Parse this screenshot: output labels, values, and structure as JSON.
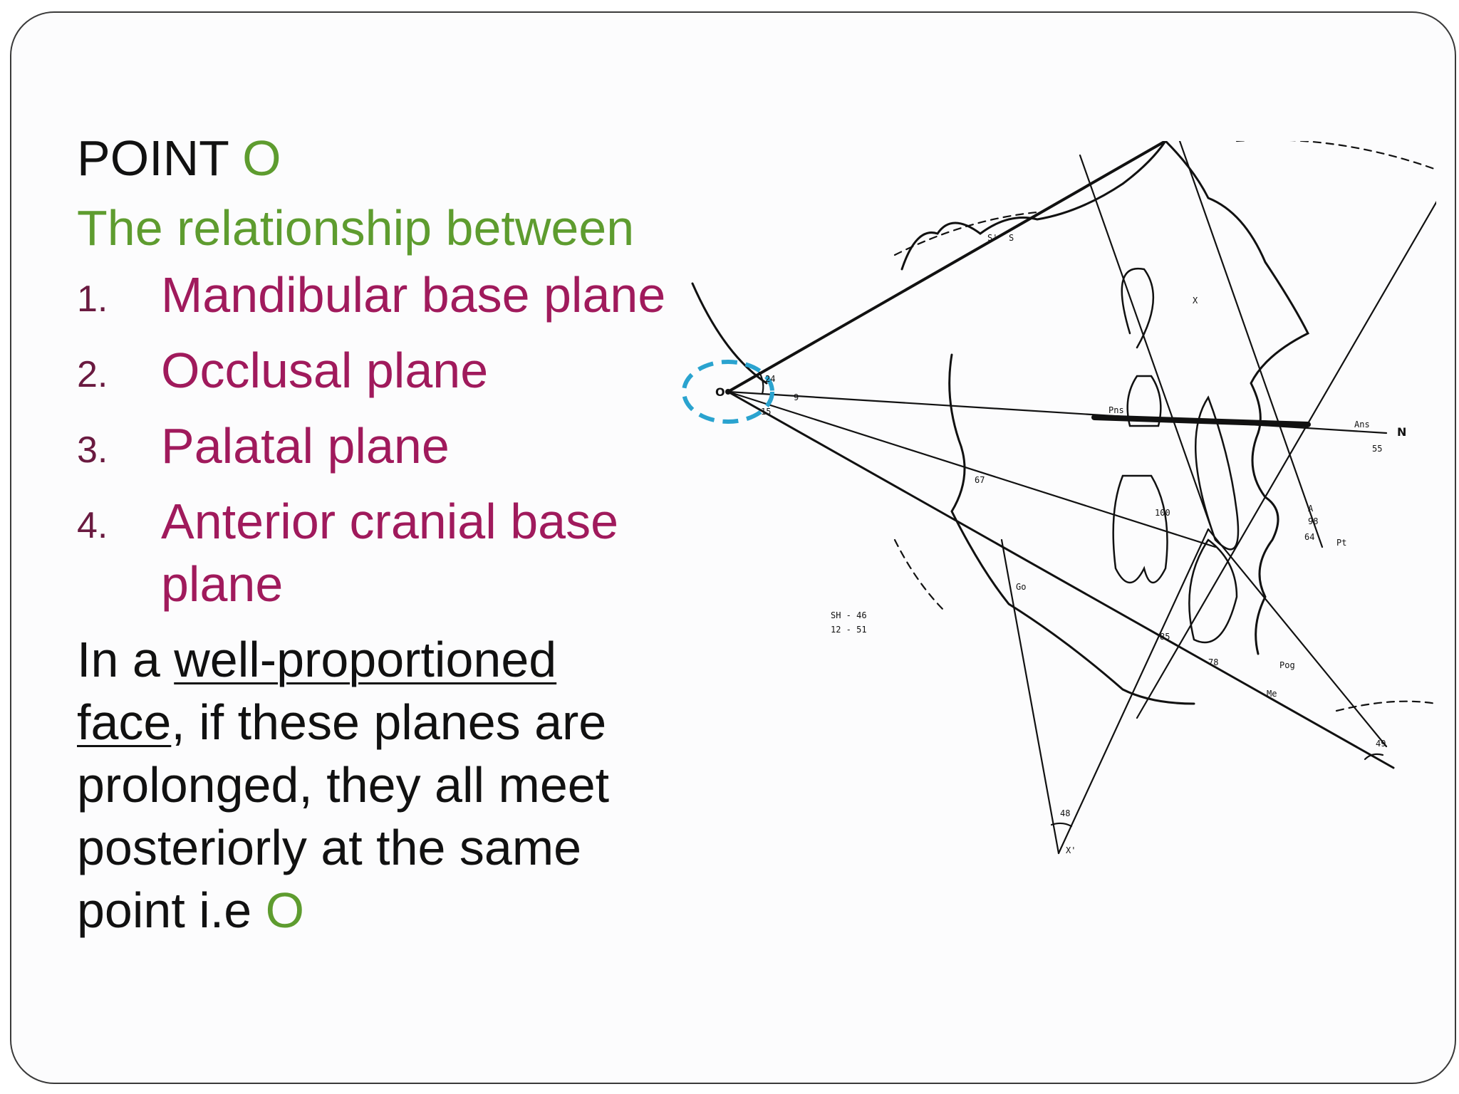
{
  "title": {
    "prefix": "POINT",
    "point": "O"
  },
  "intro": "The relationship between",
  "planes": [
    {
      "num": "1.",
      "label": "Mandibular base plane"
    },
    {
      "num": "2.",
      "label": "Occlusal plane"
    },
    {
      "num": "3.",
      "label": "Palatal plane"
    },
    {
      "num": "4.",
      "label": "Anterior cranial base plane"
    }
  ],
  "conclusion": {
    "before": "In a",
    "underlined": "well-proportioned face",
    "after": ", if these planes are prolonged, they all meet posteriorly at the same point i.e",
    "point": "O"
  },
  "diagram": {
    "point_labels": [
      "O",
      "N",
      "S",
      "S'",
      "X",
      "X'",
      "Pt",
      "Go",
      "Me",
      "A",
      "Ans",
      "Pns",
      "Pog"
    ],
    "angle_labels": [
      "24",
      "9",
      "15",
      "67",
      "55",
      "48",
      "49",
      "98",
      "64",
      "78",
      "85",
      "100"
    ],
    "measurement_text": [
      "SH - 46",
      "12 - 51"
    ],
    "highlight_color": "#2aa3cf"
  }
}
